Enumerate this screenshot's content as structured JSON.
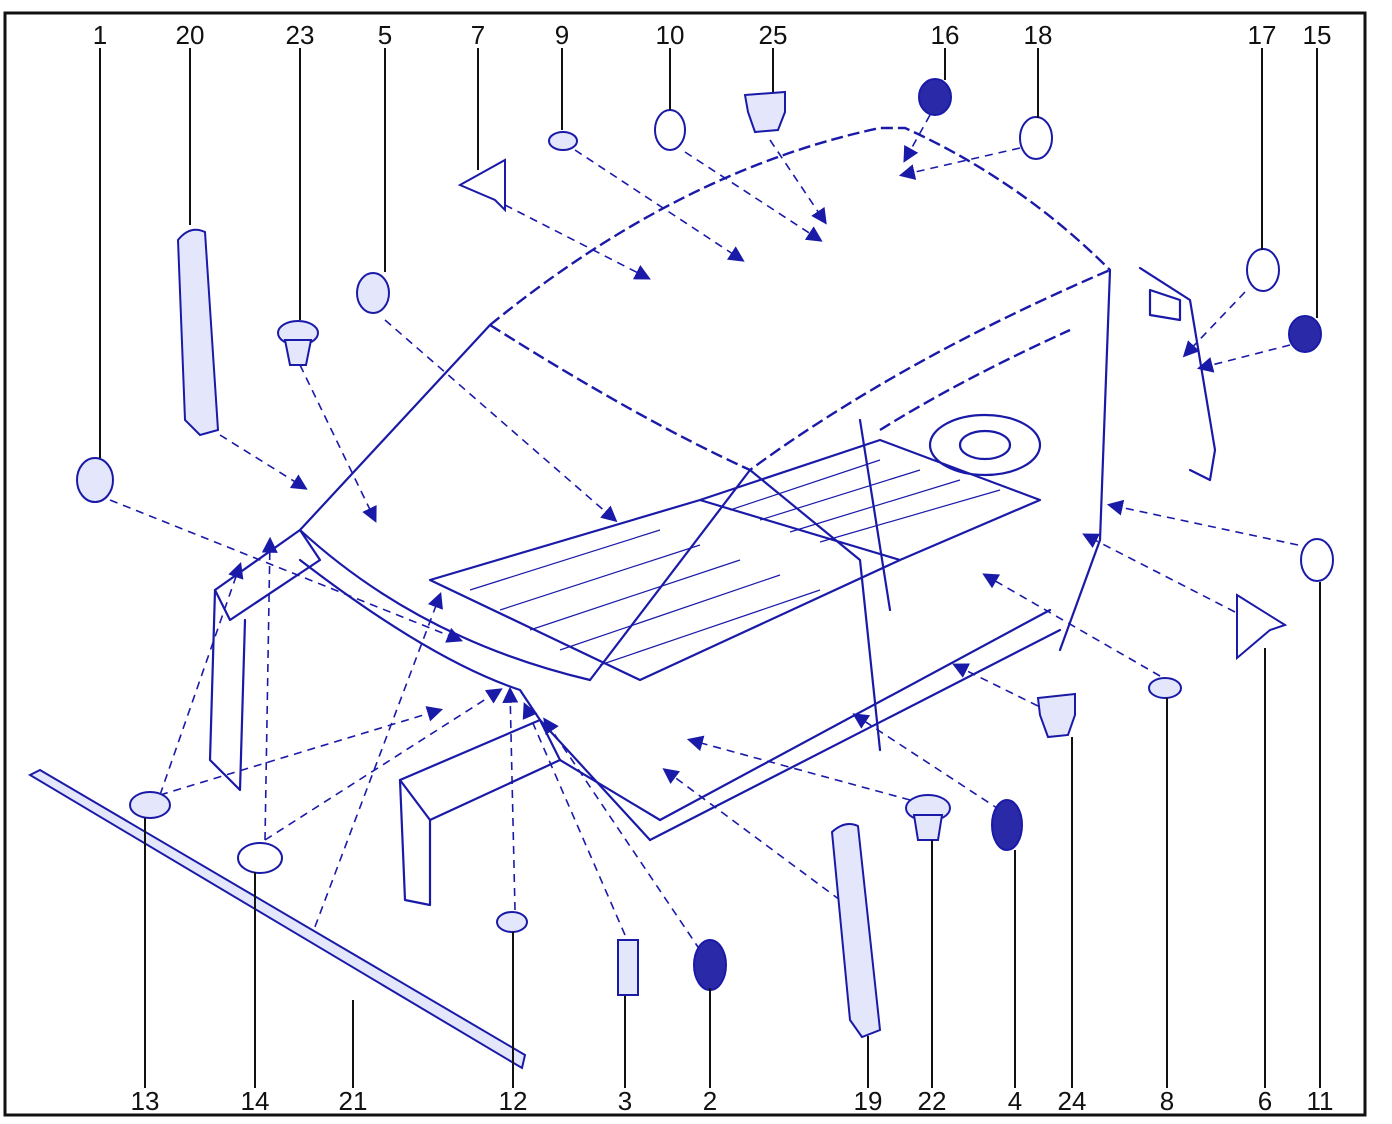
{
  "diagram": {
    "accent_color": "#1a1aa8",
    "top_callouts": [
      "1",
      "20",
      "23",
      "5",
      "7",
      "9",
      "10",
      "25",
      "16",
      "18",
      "17",
      "15"
    ],
    "bottom_callouts": [
      "13",
      "14",
      "21",
      "12",
      "3",
      "2",
      "19",
      "22",
      "4",
      "24",
      "8",
      "6",
      "11"
    ]
  }
}
